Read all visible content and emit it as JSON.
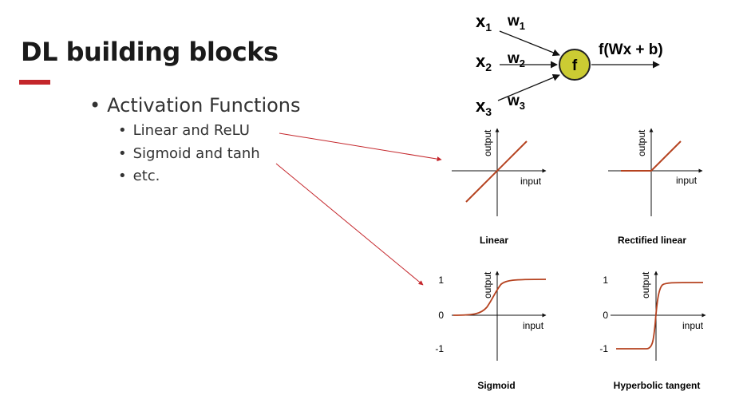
{
  "slide": {
    "title": "DL building blocks",
    "accent_color": "#c4262b",
    "bullet_char": "•",
    "bullets": {
      "level1": "Activation Functions",
      "level2": [
        "Linear and ReLU",
        "Sigmoid and tanh",
        "etc."
      ]
    }
  },
  "neuron": {
    "inputs": [
      {
        "x": "x",
        "x_sub": "1",
        "w": "w",
        "w_sub": "1"
      },
      {
        "x": "x",
        "x_sub": "2",
        "w": "w",
        "w_sub": "2"
      },
      {
        "x": "x",
        "x_sub": "3",
        "w": "w",
        "w_sub": "3"
      }
    ],
    "node_label": "f",
    "node_color": "#cccc33",
    "output_label": "f(Wx + b)"
  },
  "plots": {
    "curve_color": "#b5421f",
    "axis_x_label": "input",
    "axis_y_label": "output",
    "linear": {
      "caption": "Linear"
    },
    "relu": {
      "caption": "Rectified linear"
    },
    "sigmoid": {
      "caption": "Sigmoid",
      "tick_labels": [
        "1",
        "0",
        "-1"
      ]
    },
    "tanh": {
      "caption": "Hyperbolic tangent",
      "tick_labels": [
        "1",
        "0",
        "-1"
      ]
    }
  },
  "arrow_color": "#c4262b"
}
